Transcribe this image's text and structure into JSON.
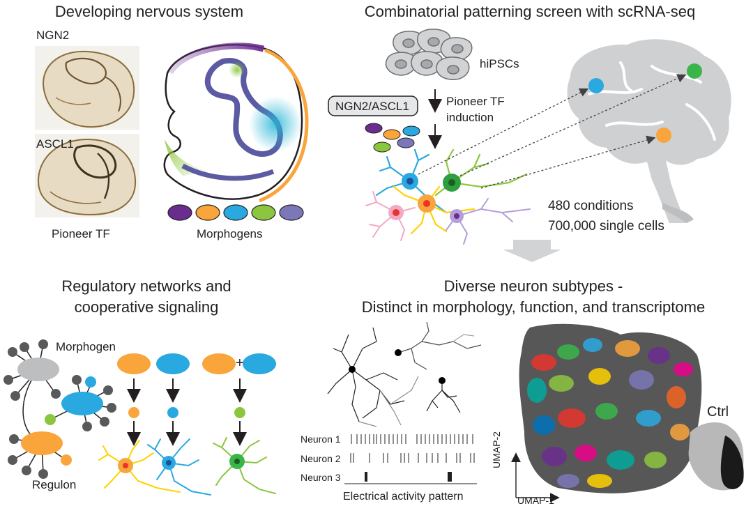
{
  "panels": {
    "top_left": {
      "title": "Developing nervous system",
      "section_ngn2": "NGN2",
      "section_ascl1": "ASCL1",
      "caption_left": "Pioneer TF",
      "caption_right": "Morphogens"
    },
    "top_right": {
      "title": "Combinatorial patterning screen with scRNA-seq",
      "cells_label": "hiPSCs",
      "tf_box": "NGN2/ASCL1",
      "induction_line1": "Pioneer TF",
      "induction_line2": "induction",
      "stat_conditions": "480 conditions",
      "stat_cells": "700,000 single cells"
    },
    "bottom_left": {
      "title_line1": "Regulatory networks and",
      "title_line2": "cooperative signaling",
      "morphogen_label": "Morphogen",
      "regulon_label": "Regulon",
      "plus_sign": "+"
    },
    "bottom_right": {
      "title_line1": "Diverse neuron subtypes -",
      "title_line2": "Distinct in morphology, function, and transcriptome",
      "raster_rows": [
        "Neuron 1",
        "Neuron 2",
        "Neuron 3"
      ],
      "raster_caption": "Electrical activity pattern",
      "umap_y": "UMAP-2",
      "umap_x": "UMAP-1",
      "ctrl_label": "Ctrl"
    }
  },
  "colors": {
    "purple": "#6b2c8f",
    "orange": "#f9a53b",
    "blue": "#2aa9e0",
    "green": "#8cc63f",
    "slate": "#7b77b8",
    "red": "#e8342c",
    "grey_cell": "#bcbec0",
    "brain_grey": "#cfd0d2",
    "dark_node": "#58595b",
    "text": "#231f20"
  }
}
